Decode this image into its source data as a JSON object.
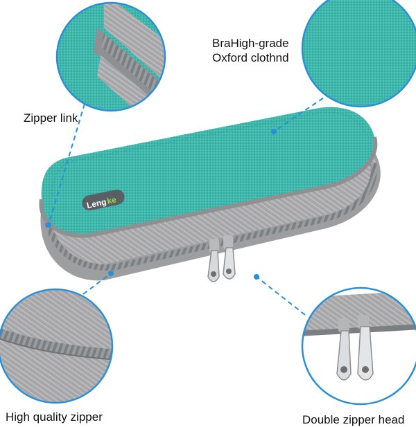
{
  "labels": {
    "zipper_link": "Zipper link",
    "oxford_cloth": "BraHigh-grade\nOxford clothnd",
    "high_quality_zipper": "High quality zipper",
    "double_zipper_head": "Double zipper head"
  },
  "logo": {
    "text_left": "Leng",
    "text_right": "ke"
  },
  "colors": {
    "teal": "#3fb7ad",
    "teal_dark": "#2f9c93",
    "gray": "#a9a9aa",
    "gray_dark": "#8a8a8c",
    "callout": "#2a8fd6",
    "badge": "#5a5f63"
  }
}
